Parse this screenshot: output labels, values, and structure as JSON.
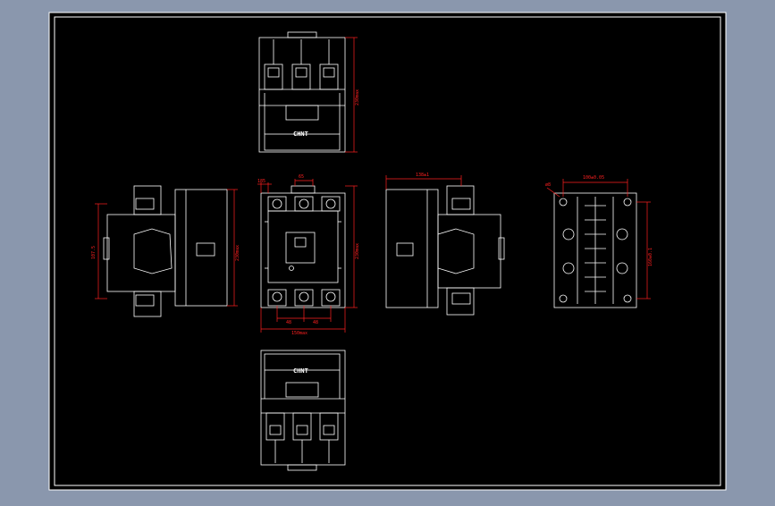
{
  "colors": {
    "background": "#8a97ad",
    "sheet": "#000000",
    "outline": "#ffffff",
    "dimension": "#ff2020",
    "logo": "#ffffff"
  },
  "drawing": {
    "views": [
      {
        "name": "top-view",
        "brand": "CHNT",
        "dims": [
          "230max"
        ]
      },
      {
        "name": "left-view",
        "dims": [
          "107.5",
          "230max"
        ]
      },
      {
        "name": "front-view",
        "dims": [
          "185",
          "65",
          "230max",
          "150max",
          "48",
          "48"
        ]
      },
      {
        "name": "right-view",
        "dims": [
          "138±1"
        ]
      },
      {
        "name": "bottom-plate-view",
        "dims": [
          "ø8",
          "100±0.05",
          "160±0.1"
        ]
      },
      {
        "name": "bottom-view",
        "brand": "CHNT"
      }
    ]
  }
}
